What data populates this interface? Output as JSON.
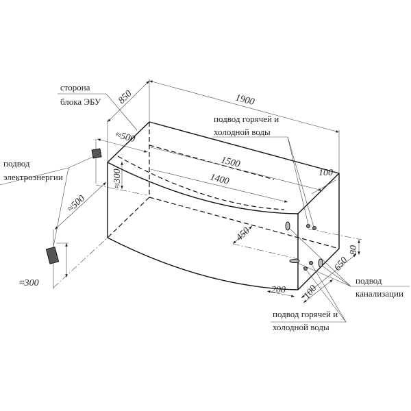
{
  "labels": {
    "ecu_side_1": "сторона",
    "ecu_side_2": "блока ЭБУ",
    "power_1": "подвод",
    "power_2": "электроэнергии",
    "water_top_1": "подвод горячей и",
    "water_top_2": "холодной воды",
    "drain_1": "подвод",
    "drain_2": "канализации",
    "water_bottom_1": "подвод горячей и",
    "water_bottom_2": "холодной воды"
  },
  "dimensions": {
    "depth": "850",
    "length": "1900",
    "inner_1500": "1500",
    "inner_1400": "1400",
    "offset_500_top": "≈500",
    "height_300": "≈300",
    "offset_500_side": "≈500",
    "height_300_bottom": "≈300",
    "right_100": "100",
    "d450": "450",
    "d80": "80",
    "d650": "650",
    "d200": "200",
    "d100_bottom": "100"
  }
}
